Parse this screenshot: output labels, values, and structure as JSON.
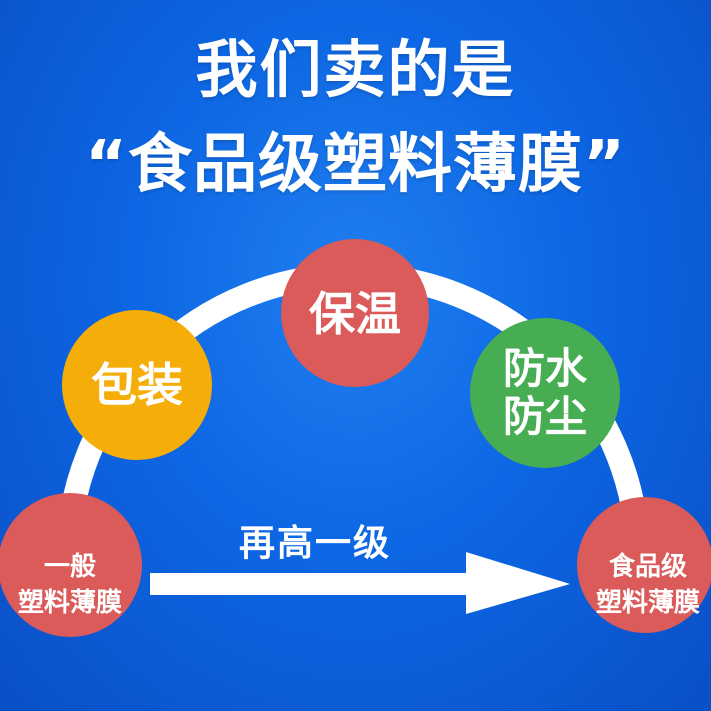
{
  "title": {
    "line1": "我们卖的是",
    "line2": "“食品级塑料薄膜”"
  },
  "diagram": {
    "arrow_label": "再高一级",
    "nodes": {
      "general": {
        "label": "一般\n塑料薄膜",
        "color": "#db5a5a"
      },
      "pack": {
        "label": "包装",
        "color": "#f5ad0a"
      },
      "warm": {
        "label": "保温",
        "color": "#db5a5a"
      },
      "water": {
        "label": "防水\n防尘",
        "color": "#46ad53"
      },
      "food": {
        "label": "食品级\n塑料薄膜",
        "color": "#db5a5a"
      }
    }
  },
  "colors": {
    "background": "#0d66e3",
    "arc": "#ffffff",
    "arrow": "#ffffff",
    "text": "#ffffff"
  }
}
